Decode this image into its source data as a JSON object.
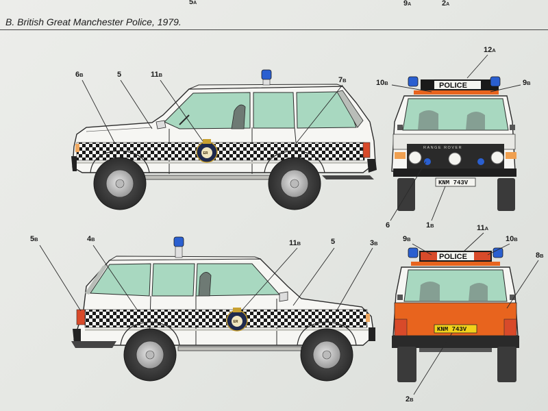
{
  "header": {
    "top_labels": [
      {
        "num": "5",
        "sub": "A"
      },
      {
        "num": "9",
        "sub": "A"
      },
      {
        "num": "2",
        "sub": "A"
      }
    ],
    "section_title": "B. British Great Manchester Police, 1979."
  },
  "callouts": {
    "side_top": [
      {
        "num": "6",
        "sub": "B"
      },
      {
        "num": "5",
        "sub": ""
      },
      {
        "num": "11",
        "sub": "B"
      },
      {
        "num": "7",
        "sub": "B"
      }
    ],
    "front": [
      {
        "num": "12",
        "sub": "A"
      },
      {
        "num": "10",
        "sub": "B"
      },
      {
        "num": "9",
        "sub": "B"
      },
      {
        "num": "6",
        "sub": ""
      },
      {
        "num": "1",
        "sub": "B"
      }
    ],
    "side_bottom": [
      {
        "num": "5",
        "sub": "B"
      },
      {
        "num": "4",
        "sub": "B"
      },
      {
        "num": "11",
        "sub": "B"
      },
      {
        "num": "5",
        "sub": ""
      },
      {
        "num": "3",
        "sub": "B"
      }
    ],
    "rear": [
      {
        "num": "9",
        "sub": "B"
      },
      {
        "num": "11",
        "sub": "A"
      },
      {
        "num": "10",
        "sub": "B"
      },
      {
        "num": "8",
        "sub": "B"
      },
      {
        "num": "2",
        "sub": "B"
      }
    ]
  },
  "vehicle_text": {
    "roof_sign": "POLICE",
    "front_plate": "KNM 743V",
    "rear_plate": "KNM 743V",
    "brand": "RANGE ROVER",
    "crest": "ER"
  },
  "colors": {
    "body_white": "#f6f6f3",
    "glass": "#a8d8c0",
    "check_black": "#1a1a1a",
    "blue_lamp": "#2a5fd0",
    "rear_orange": "#e8641e",
    "plate_yellow": "#f2d21a",
    "outline": "#2a2a2a"
  }
}
